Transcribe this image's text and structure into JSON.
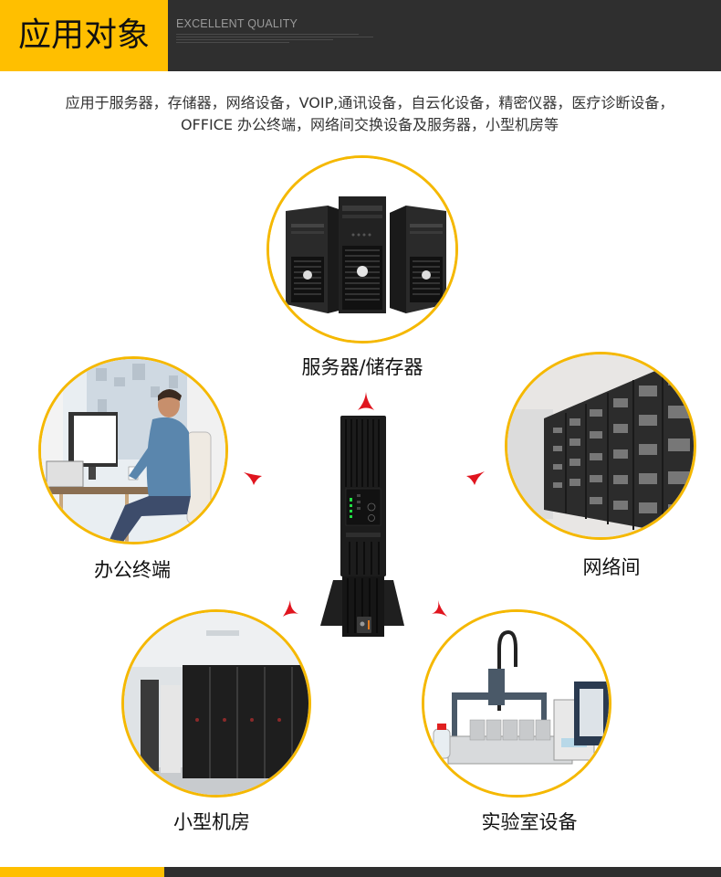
{
  "header": {
    "title": "应用对象",
    "subtitle": "EXCELLENT QUALITY",
    "accent_color": "#ffbf00",
    "bar_color": "#2f2f2f"
  },
  "intro": {
    "line1": "应用于服务器，存储器，网络设备，VOIP,通讯设备，自云化设备，精密仪器，医疗诊断设备，",
    "line2": "OFFICE 办公终端，网络间交换设备及服务器，小型机房等"
  },
  "applications": [
    {
      "label": "服务器/储存器",
      "image": "tower-servers"
    },
    {
      "label": "办公终端",
      "image": "office-worker-desk"
    },
    {
      "label": "网络间",
      "image": "network-server-racks"
    },
    {
      "label": "小型机房",
      "image": "small-data-center-cabinets"
    },
    {
      "label": "实验室设备",
      "image": "lab-equipment"
    }
  ],
  "center_product": {
    "image": "ups-tower-unit"
  },
  "circle_border_color": "#f5b800",
  "arrow_color": "#e0141e"
}
